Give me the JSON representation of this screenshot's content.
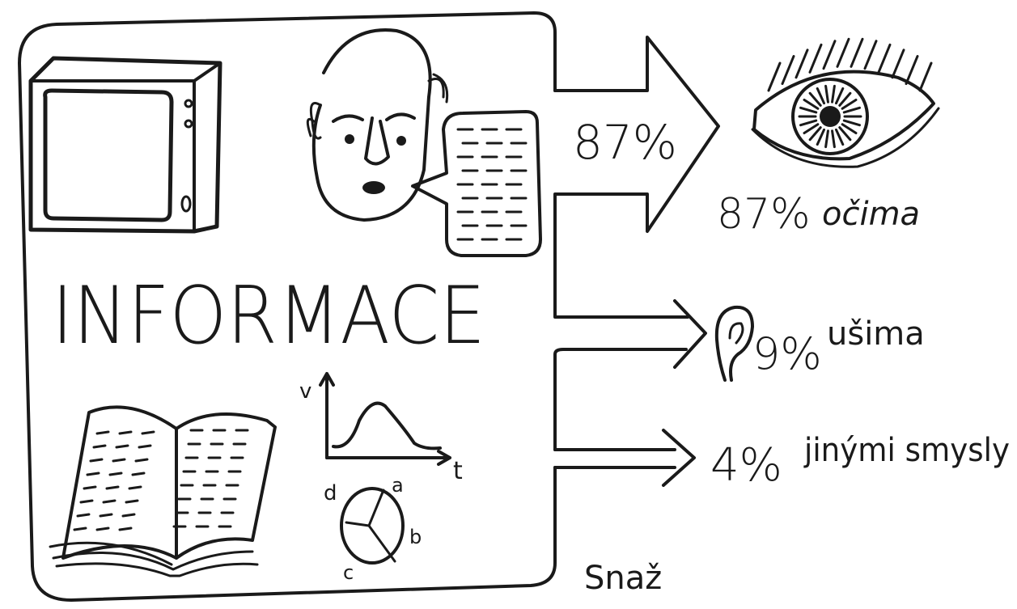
{
  "title": "INFORMACE",
  "arrow_top_label": "87%",
  "channels": [
    {
      "percent": "87%",
      "label": "očima",
      "icon": "eye-icon"
    },
    {
      "percent": "9%",
      "label": "ušima",
      "icon": "ear-icon"
    },
    {
      "percent": "4%",
      "label": "jinými smysly",
      "icon": ""
    }
  ],
  "graph": {
    "y_axis_letter": "v",
    "x_axis_letter": "t"
  },
  "pie_letters": [
    "a",
    "b",
    "c",
    "d"
  ],
  "footer_text": "Snaž",
  "icons": [
    "tv-icon",
    "face-icon",
    "speech-bubble-icon",
    "book-icon",
    "curve-graph-icon",
    "pie-chart-icon",
    "eye-icon",
    "ear-icon"
  ]
}
